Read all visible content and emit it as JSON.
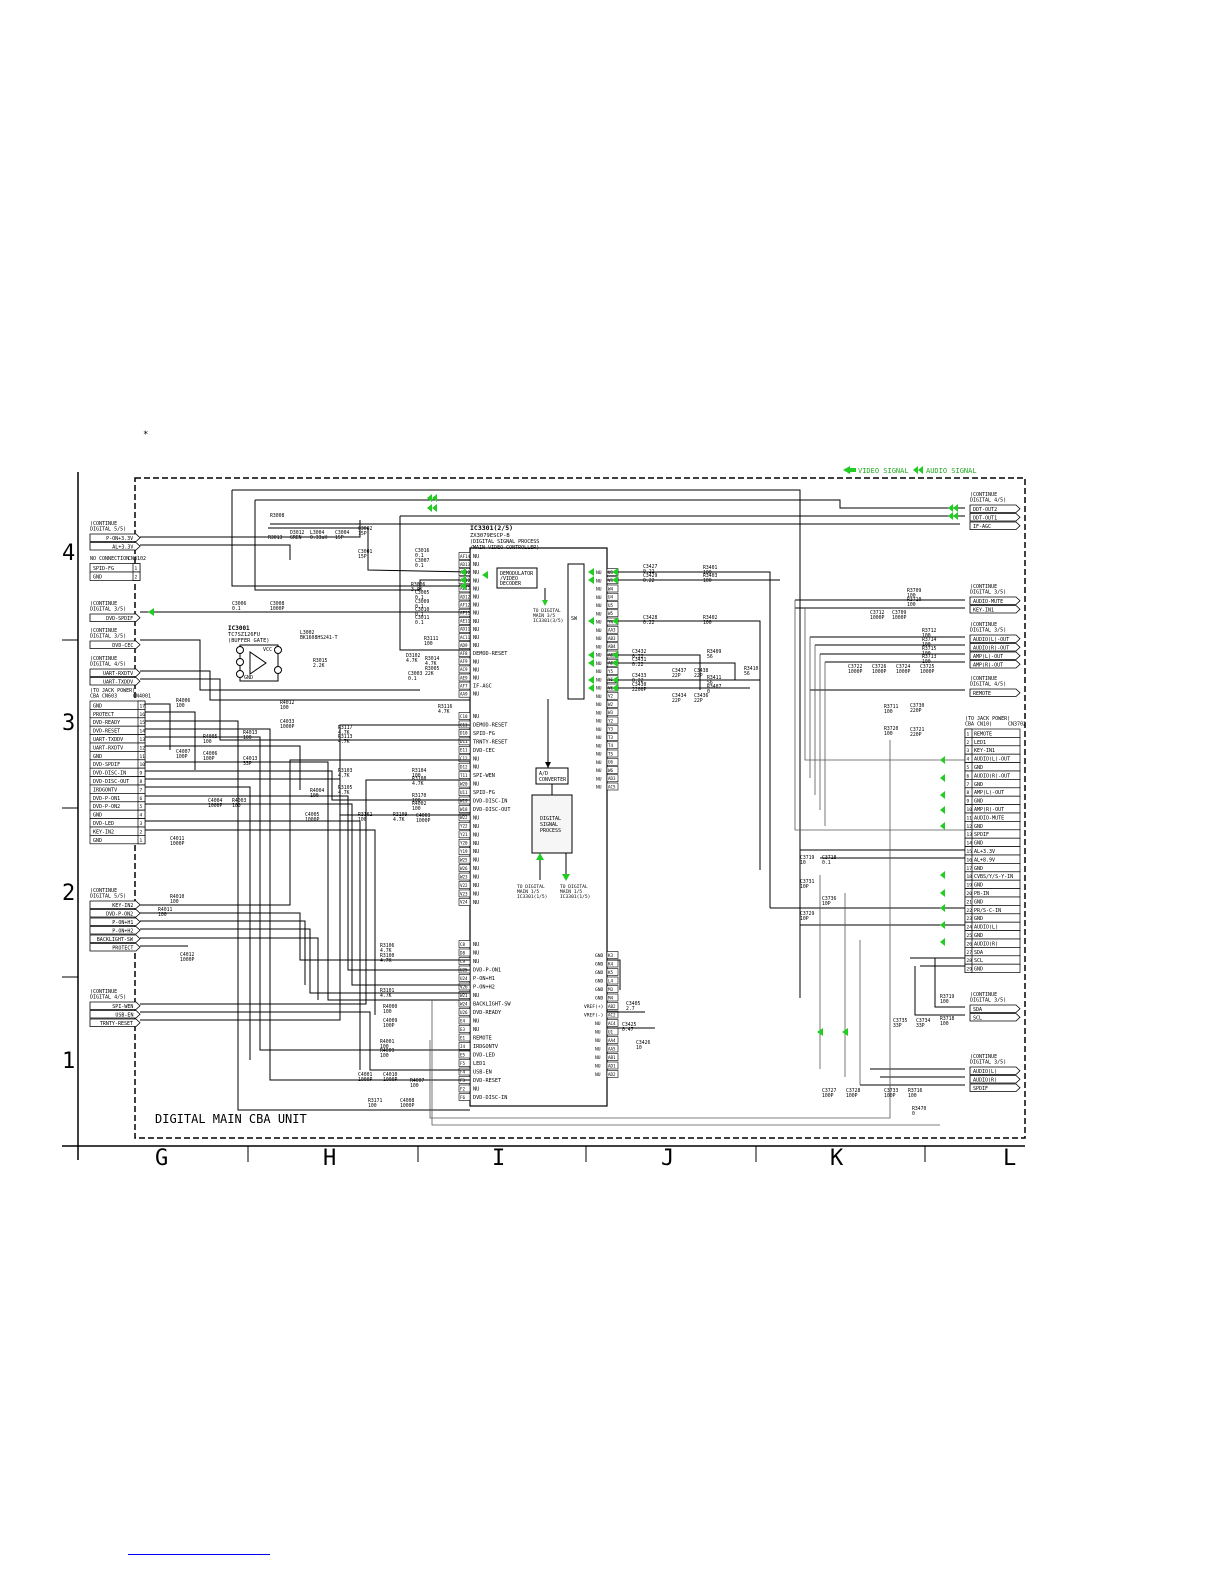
{
  "footnote_mark": "*",
  "legend": {
    "video": "VIDEO SIGNAL",
    "audio": "AUDIO SIGNAL",
    "video_color": "#22cc22",
    "audio_color": "#22cc22"
  },
  "unit_title": "DIGITAL MAIN CBA UNIT",
  "columns": [
    "G",
    "H",
    "I",
    "J",
    "K",
    "L"
  ],
  "rows": [
    "4",
    "3",
    "2",
    "1"
  ],
  "ic_main": {
    "ref": "IC3301(2/5)",
    "part": "ZX3079ESCP-B",
    "desc1": "(DIGITAL SIGNAL PROCESS",
    "desc2": "/MAIN VIDEO CONTROLLER)"
  },
  "ic_buffer": {
    "ref": "IC3001",
    "part": "TC7SZ126FU",
    "desc": "(BUFFER GATE)",
    "vcc": "VCC",
    "gnd": "GND"
  },
  "blocks": {
    "demod": [
      "DEMODULATOR",
      "/VIDEO",
      "DECODER"
    ],
    "sw": "SW",
    "adc": [
      "A/D",
      "CONVERTER"
    ],
    "dsp": [
      "DIGITAL",
      "SIGNAL",
      "PROCESS"
    ]
  },
  "to_notes": {
    "demod": [
      "TO DIGITAL",
      "MAIN 3/5",
      "IC3301(3/5)"
    ],
    "dsp_left": [
      "TO DIGITAL",
      "MAIN 1/5",
      "IC3301(1/5)"
    ],
    "dsp_right": [
      "TO DIGITAL",
      "MAIN 1/5",
      "IC3301(1/5)"
    ]
  },
  "left_blocks": [
    {
      "title": [
        "(CONTINUE",
        " DIGITAL 5/5)"
      ],
      "pins": [
        "P-ON+3.3V",
        "AL+3.3V"
      ]
    },
    {
      "title": [
        "NO CONNECTION"
      ],
      "ref": "CN3102",
      "pins": [
        "SPID-FG",
        "GND"
      ],
      "nums": [
        "1",
        "2"
      ]
    },
    {
      "title": [
        "(CONTINUE",
        " DIGITAL 3/5)"
      ],
      "pins": [
        "DVD-SPDIF"
      ]
    },
    {
      "title": [
        "(CONTINUE",
        " DIGITAL 3/5)"
      ],
      "pins": [
        "DVD-CEC"
      ]
    },
    {
      "title": [
        "(CONTINUE",
        " DIGITAL 4/5)"
      ],
      "pins": [
        "UART-RXDTV",
        "UART-TXDDV"
      ]
    },
    {
      "title": [
        "(TO JACK POWER)",
        " CBA CN603"
      ],
      "ref": "CN4001",
      "pins": [
        "GND",
        "PROTECT",
        "DVD-READY",
        "DVD-RESET",
        "UART-TXDDV",
        "UART-RXDTV",
        "GND",
        "DVD-SPDIF",
        "DVD-DISC-IN",
        "DVD-DISC-OUT",
        "IRDGONTV",
        "DVD-P-ON1",
        "DVD-P-ON2",
        "GND",
        "DVD-LED",
        "KEY-IN2",
        "GND"
      ],
      "nums": [
        "17",
        "16",
        "15",
        "14",
        "13",
        "12",
        "11",
        "10",
        "9",
        "8",
        "7",
        "6",
        "5",
        "4",
        "3",
        "2",
        "1"
      ]
    },
    {
      "title": [
        "(CONTINUE",
        " DIGITAL 5/5)"
      ],
      "pins": [
        "KEY-IN2",
        "DVD-P-ON2",
        "P-ON+H1",
        "P-ON+H2",
        "BACKLIGHT-SW",
        "PROTECT"
      ]
    },
    {
      "title": [
        "(CONTINUE",
        " DIGITAL 4/5)"
      ],
      "pins": [
        "SPI-WEN",
        "USB-EN",
        "TRNTY-RESET"
      ]
    }
  ],
  "ic_pins_top": [
    [
      "AF14",
      "NU"
    ],
    [
      "AD13",
      "NU"
    ],
    [
      "AC12",
      "NU"
    ],
    [
      "AE12",
      "NU"
    ],
    [
      "AE13",
      "NU"
    ],
    [
      "AD12",
      "NU"
    ],
    [
      "AF12",
      "NU"
    ],
    [
      "AF11",
      "NU"
    ],
    [
      "AE11",
      "NU"
    ],
    [
      "AD11",
      "NU"
    ],
    [
      "AC11",
      "NU"
    ],
    [
      "AD9",
      "NU"
    ],
    [
      "AF8",
      "DEMOD-RESET"
    ],
    [
      "AF9",
      "NU"
    ],
    [
      "AC9",
      "NU"
    ],
    [
      "AE9",
      "NU"
    ],
    [
      "AF7",
      "IF-AGC"
    ],
    [
      "AA9",
      "NU"
    ]
  ],
  "ic_pins_mid": [
    [
      "C10",
      "NU"
    ],
    [
      "C11",
      "DEMOD-RESET"
    ],
    [
      "D10",
      "SPID-FG"
    ],
    [
      "D11",
      "TRNTY-RESET"
    ],
    [
      "E11",
      "DVD-CEC"
    ],
    [
      "C12",
      "NU"
    ],
    [
      "D12",
      "NU"
    ],
    [
      "T11",
      "SPI-WEN"
    ],
    [
      "W20",
      "NU"
    ],
    [
      "U11",
      "SPID-FG"
    ],
    [
      "W19",
      "DVD-DISC-IN"
    ],
    [
      "W18",
      "DVD-DISC-OUT"
    ],
    [
      "W22",
      "NU"
    ],
    [
      "Y22",
      "NU"
    ],
    [
      "Y21",
      "NU"
    ],
    [
      "Y20",
      "NU"
    ],
    [
      "Y19",
      "NU"
    ],
    [
      "W25",
      "NU"
    ],
    [
      "W26",
      "NU"
    ],
    [
      "W23",
      "NU"
    ],
    [
      "V22",
      "NU"
    ],
    [
      "V23",
      "NU"
    ],
    [
      "V24",
      "NU"
    ]
  ],
  "ic_pins_bot": [
    [
      "C8",
      "NU"
    ],
    [
      "D8",
      "NU"
    ],
    [
      "C9",
      "NU"
    ],
    [
      "U25",
      "DVD-P-ON1"
    ],
    [
      "U24",
      "P-ON+H1"
    ],
    [
      "V26",
      "P-ON+H2"
    ],
    [
      "W21",
      "NU"
    ],
    [
      "W24",
      "BACKLIGHT-SW"
    ],
    [
      "U26",
      "DVD-READY"
    ],
    [
      "E4",
      "NU"
    ],
    [
      "E3",
      "NU"
    ],
    [
      "E1",
      "REMOTE"
    ],
    [
      "J4",
      "IRDGONTV"
    ],
    [
      "E5",
      "DVD-LED"
    ],
    [
      "F5",
      "LED1"
    ],
    [
      "F4",
      "USB-EN"
    ],
    [
      "F3",
      "DVD-RESET"
    ],
    [
      "F2",
      "NU"
    ],
    [
      "F6",
      "DVD-DISC-IN"
    ]
  ],
  "ic_right_pins": [
    "U3",
    "V3",
    "W4",
    "U4",
    "U5",
    "W5",
    "Y4",
    "AA3",
    "AB3",
    "AB4",
    "AB5",
    "AB6",
    "Y5",
    "Y6",
    "V6",
    "V2",
    "W2",
    "W3",
    "Y2",
    "Y3",
    "T3",
    "T4",
    "T5",
    "U6",
    "W6",
    "AD3",
    "AC5"
  ],
  "ic_right_lower": [
    [
      "GND",
      "K3"
    ],
    [
      "GND",
      "K4"
    ],
    [
      "GND",
      "K5"
    ],
    [
      "GND",
      "L4"
    ],
    [
      "GND",
      "M3"
    ],
    [
      "GND",
      "M4"
    ],
    [
      "VREF(+)",
      "AB2"
    ],
    [
      "VREF(-)",
      "AC2"
    ],
    [
      "NU",
      "AC4"
    ],
    [
      "NU",
      "U1"
    ],
    [
      "NU",
      "AA4"
    ],
    [
      "NU",
      "AA5"
    ],
    [
      "NU",
      "AB1"
    ],
    [
      "NU",
      "AD1"
    ],
    [
      "NU",
      "AD2"
    ]
  ],
  "right_blocks": [
    {
      "title": [
        "(CONTINUE",
        " DIGITAL 4/5)"
      ],
      "pins": [
        "DDT-OUT2",
        "DDT-OUT1",
        "IF-AGC"
      ]
    },
    {
      "title": [
        "(CONTINUE",
        " DIGITAL 3/5)"
      ],
      "pins": [
        "AUDIO-MUTE",
        "KEY-IN1"
      ]
    },
    {
      "title": [
        "(CONTINUE",
        " DIGITAL 3/5)"
      ],
      "pins": [
        "AUDIO(L)-OUT",
        "AUDIO(R)-OUT",
        "AMP(L)-OUT",
        "AMP(R)-OUT"
      ]
    },
    {
      "title": [
        "(CONTINUE",
        " DIGITAL 4/5)"
      ],
      "pins": [
        "REMOTE"
      ]
    },
    {
      "title": [
        "(TO JACK POWER)",
        " CBA CN10)"
      ],
      "ref": "CN3702",
      "pins": [
        "REMOTE",
        "LED1",
        "KEY-IN1",
        "AUDIO(L)-OUT",
        "GND",
        "AUDIO(R)-OUT",
        "GND",
        "AMP(L)-OUT",
        "GND",
        "AMP(R)-OUT",
        "AUDIO-MUTE",
        "GND",
        "SPDIF",
        "GND",
        "AL+3.3V",
        "AL+8.9V",
        "GND",
        "CVBS/Y/S-Y-IN",
        "GND",
        "PB-IN",
        "GND",
        "PR/S-C-IN",
        "GND",
        "AUDIO(L)",
        "GND",
        "AUDIO(R)",
        "SDA",
        "SCL",
        "GND"
      ],
      "nums": [
        "1",
        "2",
        "3",
        "4",
        "5",
        "6",
        "7",
        "8",
        "9",
        "10",
        "11",
        "12",
        "13",
        "14",
        "15",
        "16",
        "17",
        "18",
        "19",
        "20",
        "21",
        "22",
        "23",
        "24",
        "25",
        "26",
        "27",
        "28",
        "29"
      ]
    },
    {
      "title": [
        "(CONTINUE",
        " DIGITAL 3/5)"
      ],
      "pins": [
        "SDA",
        "SCL"
      ]
    },
    {
      "title": [
        "(CONTINUE",
        " DIGITAL 3/5)"
      ],
      "pins": [
        "AUDIO(L)",
        "AUDIO(R)",
        "SPDIF"
      ]
    }
  ],
  "components": [
    {
      "ref": "R3008",
      "val": ""
    },
    {
      "ref": "R3013",
      "val": ""
    },
    {
      "ref": "D3012",
      "val": "GREN"
    },
    {
      "ref": "L3004",
      "val": "0.33uH"
    },
    {
      "ref": "C3004",
      "val": "15P"
    },
    {
      "ref": "C3002",
      "val": "15P"
    },
    {
      "ref": "C3001",
      "val": "15P"
    },
    {
      "ref": "C3016",
      "val": "0.1"
    },
    {
      "ref": "C3007",
      "val": "0.1"
    },
    {
      "ref": "R3006",
      "val": "3.9K"
    },
    {
      "ref": "C3005",
      "val": "0.1"
    },
    {
      "ref": "C3009",
      "val": "0.1"
    },
    {
      "ref": "C3010",
      "val": "0.1"
    },
    {
      "ref": "C3011",
      "val": "0.1"
    },
    {
      "ref": "C3006",
      "val": "0.1"
    },
    {
      "ref": "C3008",
      "val": "1000P"
    },
    {
      "ref": "L3002",
      "val": "BK1608HS241-T"
    },
    {
      "ref": "R3111",
      "val": "100"
    },
    {
      "ref": "D3102",
      "val": "4.7K"
    },
    {
      "ref": "R3014",
      "val": "4.7K"
    },
    {
      "ref": "R3005",
      "val": "22K"
    },
    {
      "ref": "R3015",
      "val": "2.2K"
    },
    {
      "ref": "C3003",
      "val": "0.1"
    },
    {
      "ref": "R3116",
      "val": "4.7K"
    },
    {
      "ref": "R4006",
      "val": "100"
    },
    {
      "ref": "R4012",
      "val": "100"
    },
    {
      "ref": "C4033",
      "val": "1000P"
    },
    {
      "ref": "R3117",
      "val": "4.7K"
    },
    {
      "ref": "R3113",
      "val": "4.7K"
    },
    {
      "ref": "R4005",
      "val": "100"
    },
    {
      "ref": "R4013",
      "val": "100"
    },
    {
      "ref": "C4007",
      "val": "100P"
    },
    {
      "ref": "C4006",
      "val": "100P"
    },
    {
      "ref": "C4013",
      "val": "33P"
    },
    {
      "ref": "R3103",
      "val": "4.7K"
    },
    {
      "ref": "R3104",
      "val": "100"
    },
    {
      "ref": "R3108",
      "val": "4.7K"
    },
    {
      "ref": "R3105",
      "val": "4.7K"
    },
    {
      "ref": "R3170",
      "val": "100"
    },
    {
      "ref": "R4002",
      "val": "100"
    },
    {
      "ref": "C4004",
      "val": "1000P"
    },
    {
      "ref": "R4003",
      "val": "100"
    },
    {
      "ref": "R4004",
      "val": "100"
    },
    {
      "ref": "C4005",
      "val": "1000P"
    },
    {
      "ref": "R3162",
      "val": "100"
    },
    {
      "ref": "R3109",
      "val": "4.7K"
    },
    {
      "ref": "C4003",
      "val": "1000P"
    },
    {
      "ref": "C4011",
      "val": "1000P"
    },
    {
      "ref": "R4010",
      "val": "100"
    },
    {
      "ref": "R4011",
      "val": "100"
    },
    {
      "ref": "C4012",
      "val": "1000P"
    },
    {
      "ref": "R3106",
      "val": "4.7K"
    },
    {
      "ref": "R3100",
      "val": "4.7K"
    },
    {
      "ref": "R3101",
      "val": "4.7K"
    },
    {
      "ref": "R4000",
      "val": "100"
    },
    {
      "ref": "C4009",
      "val": "100P"
    },
    {
      "ref": "R4001",
      "val": "100"
    },
    {
      "ref": "R4009",
      "val": "100"
    },
    {
      "ref": "C4001",
      "val": "1000P"
    },
    {
      "ref": "C4010",
      "val": "1000P"
    },
    {
      "ref": "R4007",
      "val": "100"
    },
    {
      "ref": "R3171",
      "val": "100"
    },
    {
      "ref": "C4008",
      "val": "1000P"
    },
    {
      "ref": "C3427",
      "val": "0.22"
    },
    {
      "ref": "C3429",
      "val": "0.22"
    },
    {
      "ref": "R3401",
      "val": "100"
    },
    {
      "ref": "R3403",
      "val": "100"
    },
    {
      "ref": "C3428",
      "val": "0.22"
    },
    {
      "ref": "R3402",
      "val": "100"
    },
    {
      "ref": "C3432",
      "val": "0.22"
    },
    {
      "ref": "C3431",
      "val": "0.22"
    },
    {
      "ref": "R3409",
      "val": "56"
    },
    {
      "ref": "R3410",
      "val": "56"
    },
    {
      "ref": "C3437",
      "val": "22P"
    },
    {
      "ref": "C3438",
      "val": "22P"
    },
    {
      "ref": "R3411",
      "val": "56"
    },
    {
      "ref": "C3433",
      "val": "0.22"
    },
    {
      "ref": "C3430",
      "val": "2200P"
    },
    {
      "ref": "R3407",
      "val": "0"
    },
    {
      "ref": "C3434",
      "val": "22P"
    },
    {
      "ref": "C3436",
      "val": "22P"
    },
    {
      "ref": "C3405",
      "val": "2.7"
    },
    {
      "ref": "C3425",
      "val": "0.47"
    },
    {
      "ref": "C3426",
      "val": "10"
    },
    {
      "ref": "R3709",
      "val": "100"
    },
    {
      "ref": "R3710",
      "val": "100"
    },
    {
      "ref": "C3712",
      "val": "1000P"
    },
    {
      "ref": "C3709",
      "val": "1000P"
    },
    {
      "ref": "R3712",
      "val": "100"
    },
    {
      "ref": "R3714",
      "val": "100"
    },
    {
      "ref": "R3715",
      "val": "100"
    },
    {
      "ref": "R3713",
      "val": "100"
    },
    {
      "ref": "C3722",
      "val": "1000P"
    },
    {
      "ref": "C3726",
      "val": "1000P"
    },
    {
      "ref": "C3724",
      "val": "1000P"
    },
    {
      "ref": "C3725",
      "val": "1000P"
    },
    {
      "ref": "R3711",
      "val": "100"
    },
    {
      "ref": "C3730",
      "val": "220P"
    },
    {
      "ref": "R3720",
      "val": "100"
    },
    {
      "ref": "C3721",
      "val": "220P"
    },
    {
      "ref": "C3719",
      "val": "10"
    },
    {
      "ref": "C3718",
      "val": "0.1"
    },
    {
      "ref": "C3731",
      "val": "10P"
    },
    {
      "ref": "C3736",
      "val": "10P"
    },
    {
      "ref": "C3729",
      "val": "10P"
    },
    {
      "ref": "R3719",
      "val": "100"
    },
    {
      "ref": "C3735",
      "val": "33P"
    },
    {
      "ref": "C3734",
      "val": "33P"
    },
    {
      "ref": "R3718",
      "val": "100"
    },
    {
      "ref": "C3727",
      "val": "100P"
    },
    {
      "ref": "C3728",
      "val": "100P"
    },
    {
      "ref": "C3733",
      "val": "100P"
    },
    {
      "ref": "R3716",
      "val": "100"
    },
    {
      "ref": "R3470",
      "val": "0"
    }
  ]
}
